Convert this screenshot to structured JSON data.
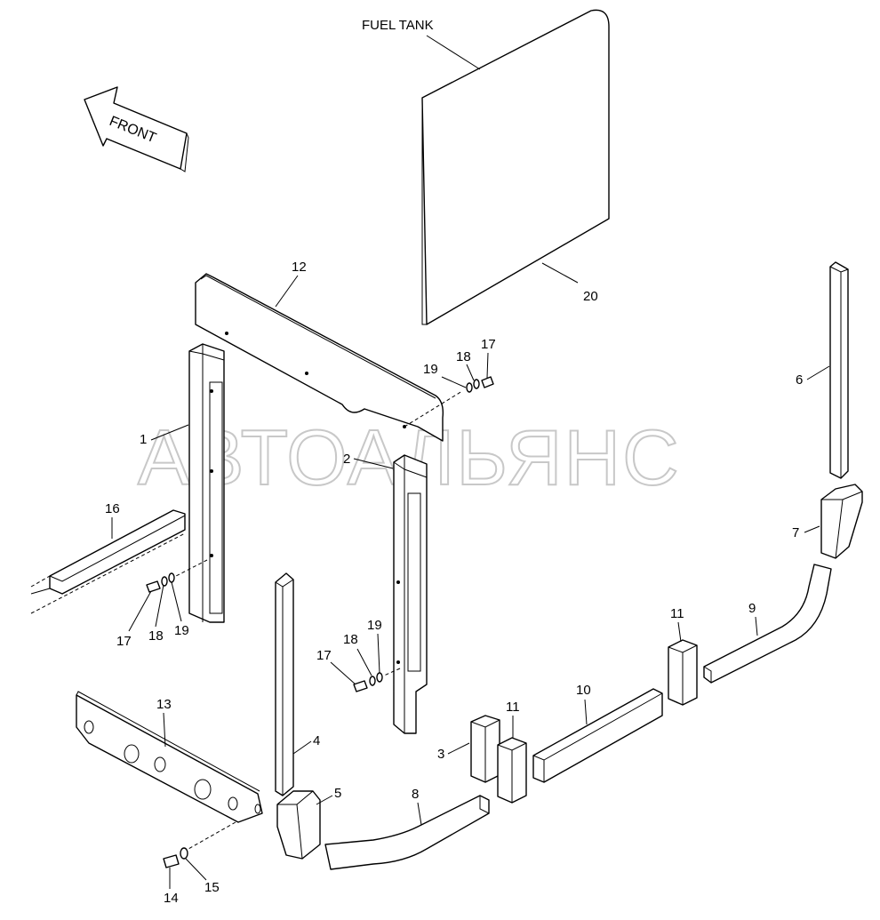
{
  "diagram": {
    "title_label": "FUEL TANK",
    "direction_label": "FRONT",
    "watermark": "АВТОАЛЬЯНС",
    "callouts": {
      "c1": "1",
      "c2": "2",
      "c3": "3",
      "c4": "4",
      "c5": "5",
      "c6": "6",
      "c7": "7",
      "c8": "8",
      "c9": "9",
      "c10": "10",
      "c11a": "11",
      "c11b": "11",
      "c12": "12",
      "c13": "13",
      "c14": "14",
      "c15": "15",
      "c16": "16",
      "c17a": "17",
      "c17b": "17",
      "c17c": "17",
      "c18a": "18",
      "c18b": "18",
      "c18c": "18",
      "c19a": "19",
      "c19b": "19",
      "c19c": "19",
      "c20": "20"
    }
  }
}
